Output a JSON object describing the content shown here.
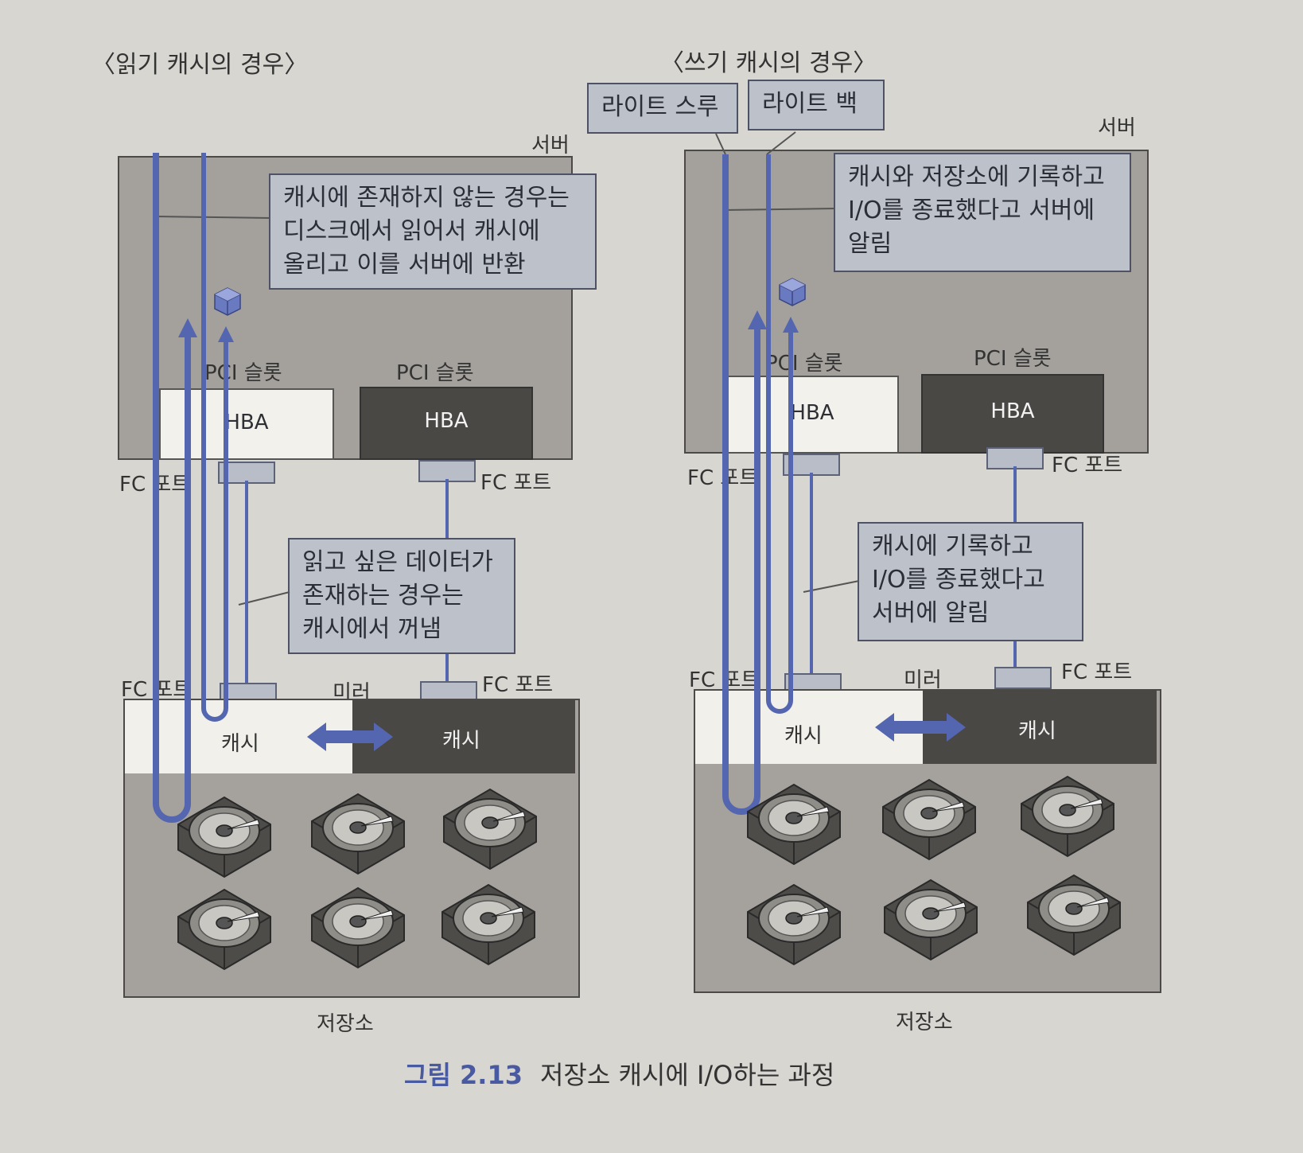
{
  "left": {
    "title": "〈읽기 캐시의 경우〉",
    "server_label": "서버",
    "callout_top": [
      "캐시에 존재하지 않는 경우는",
      "디스크에서 읽어서 캐시에",
      "올리고 이를 서버에 반환"
    ],
    "pci_slot_1": "PCI 슬롯",
    "pci_slot_2": "PCI 슬롯",
    "hba_1": "HBA",
    "hba_2": "HBA",
    "fc_port_upper_left": "FC 포트",
    "fc_port_upper_right": "FC 포트",
    "callout_mid": [
      "읽고 싶은 데이터가",
      "존재하는 경우는",
      "캐시에서 꺼냄"
    ],
    "fc_port_lower_left": "FC 포트",
    "fc_port_lower_right": "FC 포트",
    "mirror_label": "미러",
    "cache_1": "캐시",
    "cache_2": "캐시",
    "storage_label": "저장소"
  },
  "right": {
    "title": "〈쓰기 캐시의 경우〉",
    "write_through": "라이트 스루",
    "write_back": "라이트 백",
    "server_label": "서버",
    "callout_top": [
      "캐시와 저장소에 기록하고",
      "I/O를 종료했다고 서버에",
      "알림"
    ],
    "pci_slot_1": "PCI 슬롯",
    "pci_slot_2": "PCI 슬롯",
    "hba_1": "HBA",
    "hba_2": "HBA",
    "fc_port_upper_left": "FC 포트",
    "fc_port_upper_right": "FC 포트",
    "callout_mid": [
      "캐시에 기록하고",
      "I/O를 종료했다고",
      "서버에 알림"
    ],
    "fc_port_lower_left": "FC 포트",
    "fc_port_lower_right": "FC 포트",
    "mirror_label": "미러",
    "cache_1": "캐시",
    "cache_2": "캐시",
    "storage_label": "저장소"
  },
  "caption": {
    "number": "그림 2.13",
    "text": "저장소 캐시에 I/O하는 과정"
  },
  "colors": {
    "path_blue": "#5566b0",
    "path_blue_light": "#8090cc"
  }
}
